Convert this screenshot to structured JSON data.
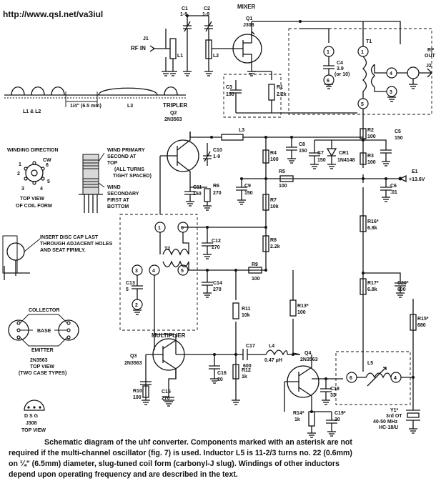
{
  "url": "http://www.qsl.net/va3iul",
  "components": {
    "c1": [
      "C1",
      "1-9"
    ],
    "c2": [
      "C2",
      "1-9"
    ],
    "mixer": [
      "MIXER",
      "Q1",
      "J308"
    ],
    "j1": [
      "J1",
      "RF IN"
    ],
    "l1": "L1",
    "l2": "L2",
    "c3": [
      "C3",
      "150"
    ],
    "r1": [
      "R1",
      "2.2k"
    ],
    "c4": [
      "C4",
      "3.9",
      "(or 10)"
    ],
    "t1": "T1",
    "rfout": [
      "RF",
      "OUT",
      "J2"
    ],
    "c5": [
      "C5",
      "150"
    ],
    "r2": [
      "R2",
      "100"
    ],
    "r3": [
      "R3",
      "100"
    ],
    "tripler": [
      "TRIPLER",
      "Q2",
      "2N3563"
    ],
    "c10": [
      "C10",
      "1-9"
    ],
    "l3": "L3",
    "c8": [
      "C8",
      "150"
    ],
    "r4": [
      "R4",
      "100"
    ],
    "c7": [
      "C7",
      "150"
    ],
    "cr1": [
      "CR1",
      "1N4148"
    ],
    "e1": [
      "E1",
      "+13.6V"
    ],
    "c11": [
      "C11",
      "150"
    ],
    "r6": [
      "R6",
      "270"
    ],
    "c9": [
      "C9",
      "150"
    ],
    "r5": [
      "R5",
      "100"
    ],
    "c6": [
      "C6",
      ".01"
    ],
    "r7": [
      "R7",
      "10k"
    ],
    "r16": [
      "R16*",
      "6.8k"
    ],
    "c12": [
      "C12",
      "270"
    ],
    "r8": [
      "R8",
      "2.2k"
    ],
    "t2": "T2",
    "c13": [
      "C13",
      "5"
    ],
    "c14": [
      "C14",
      "270"
    ],
    "r9": [
      "R9",
      "100"
    ],
    "r17": [
      "R17*",
      "6.8k"
    ],
    "c20": [
      "C20*",
      "600"
    ],
    "r11": [
      "R11",
      "10k"
    ],
    "r13": [
      "R13*",
      "100"
    ],
    "r15": [
      "R15*",
      "680"
    ],
    "multiplier": [
      "MULTIPLIER",
      "Q3",
      "2N3563"
    ],
    "c17": [
      "C17",
      "600"
    ],
    "l4": [
      "L4",
      "0.47 μH"
    ],
    "q4": [
      "Q4",
      "2N3563"
    ],
    "l5": "L5",
    "c16": [
      "C16",
      "20"
    ],
    "r12": [
      "R12",
      "1k"
    ],
    "c18": [
      "C18",
      "33"
    ],
    "r10": [
      "R10",
      "100"
    ],
    "c15": [
      "C15",
      "270"
    ],
    "r14": [
      "R14*",
      "1k"
    ],
    "c19": [
      "C19*",
      "20"
    ],
    "y1": [
      "Y1*",
      "3rd OT",
      "40-50 MHz",
      "HC-18/U"
    ]
  },
  "details": {
    "coils": [
      "L1 & L2",
      "1/4\" (6.5 mm)",
      "L3"
    ],
    "winding_direction": [
      "WINDING DIRECTION",
      "CW",
      "TOP VIEW",
      "OF COIL FORM"
    ],
    "wind_notes": [
      "WIND PRIMARY",
      "SECOND AT",
      "TOP",
      "(ALL TURNS",
      "TIGHT SPACED)",
      "WIND",
      "SECONDARY",
      "FIRST AT",
      "BOTTOM"
    ],
    "disc_cap_note": [
      "INSERT DISC CAP LAST",
      "THROUGH ADJACENT HOLES",
      "AND SEAT FIRMLY."
    ],
    "transistor": [
      "COLLECTOR",
      "BASE",
      "EMITTER",
      "2N3563",
      "TOP VIEW",
      "(TWO CASE TYPES)"
    ],
    "jfet": [
      "D S G",
      "J308",
      "TOP VIEW"
    ],
    "pin_numbers": [
      "1",
      "2",
      "3",
      "4",
      "5",
      "6"
    ]
  },
  "caption": [
    "Schematic diagram of the uhf converter. Components marked with an asterisk are not",
    "required if the multi-channel oscillator (fig. 7) is used. Inductor L5 is 11-2/3 turns no. 22 (0.6mm)",
    "on ¼\" (6.5mm) diameter, slug-tuned coil form (carbonyl-J slug). Windings of other inductors",
    "depend upon operating frequency and are described in the text."
  ]
}
